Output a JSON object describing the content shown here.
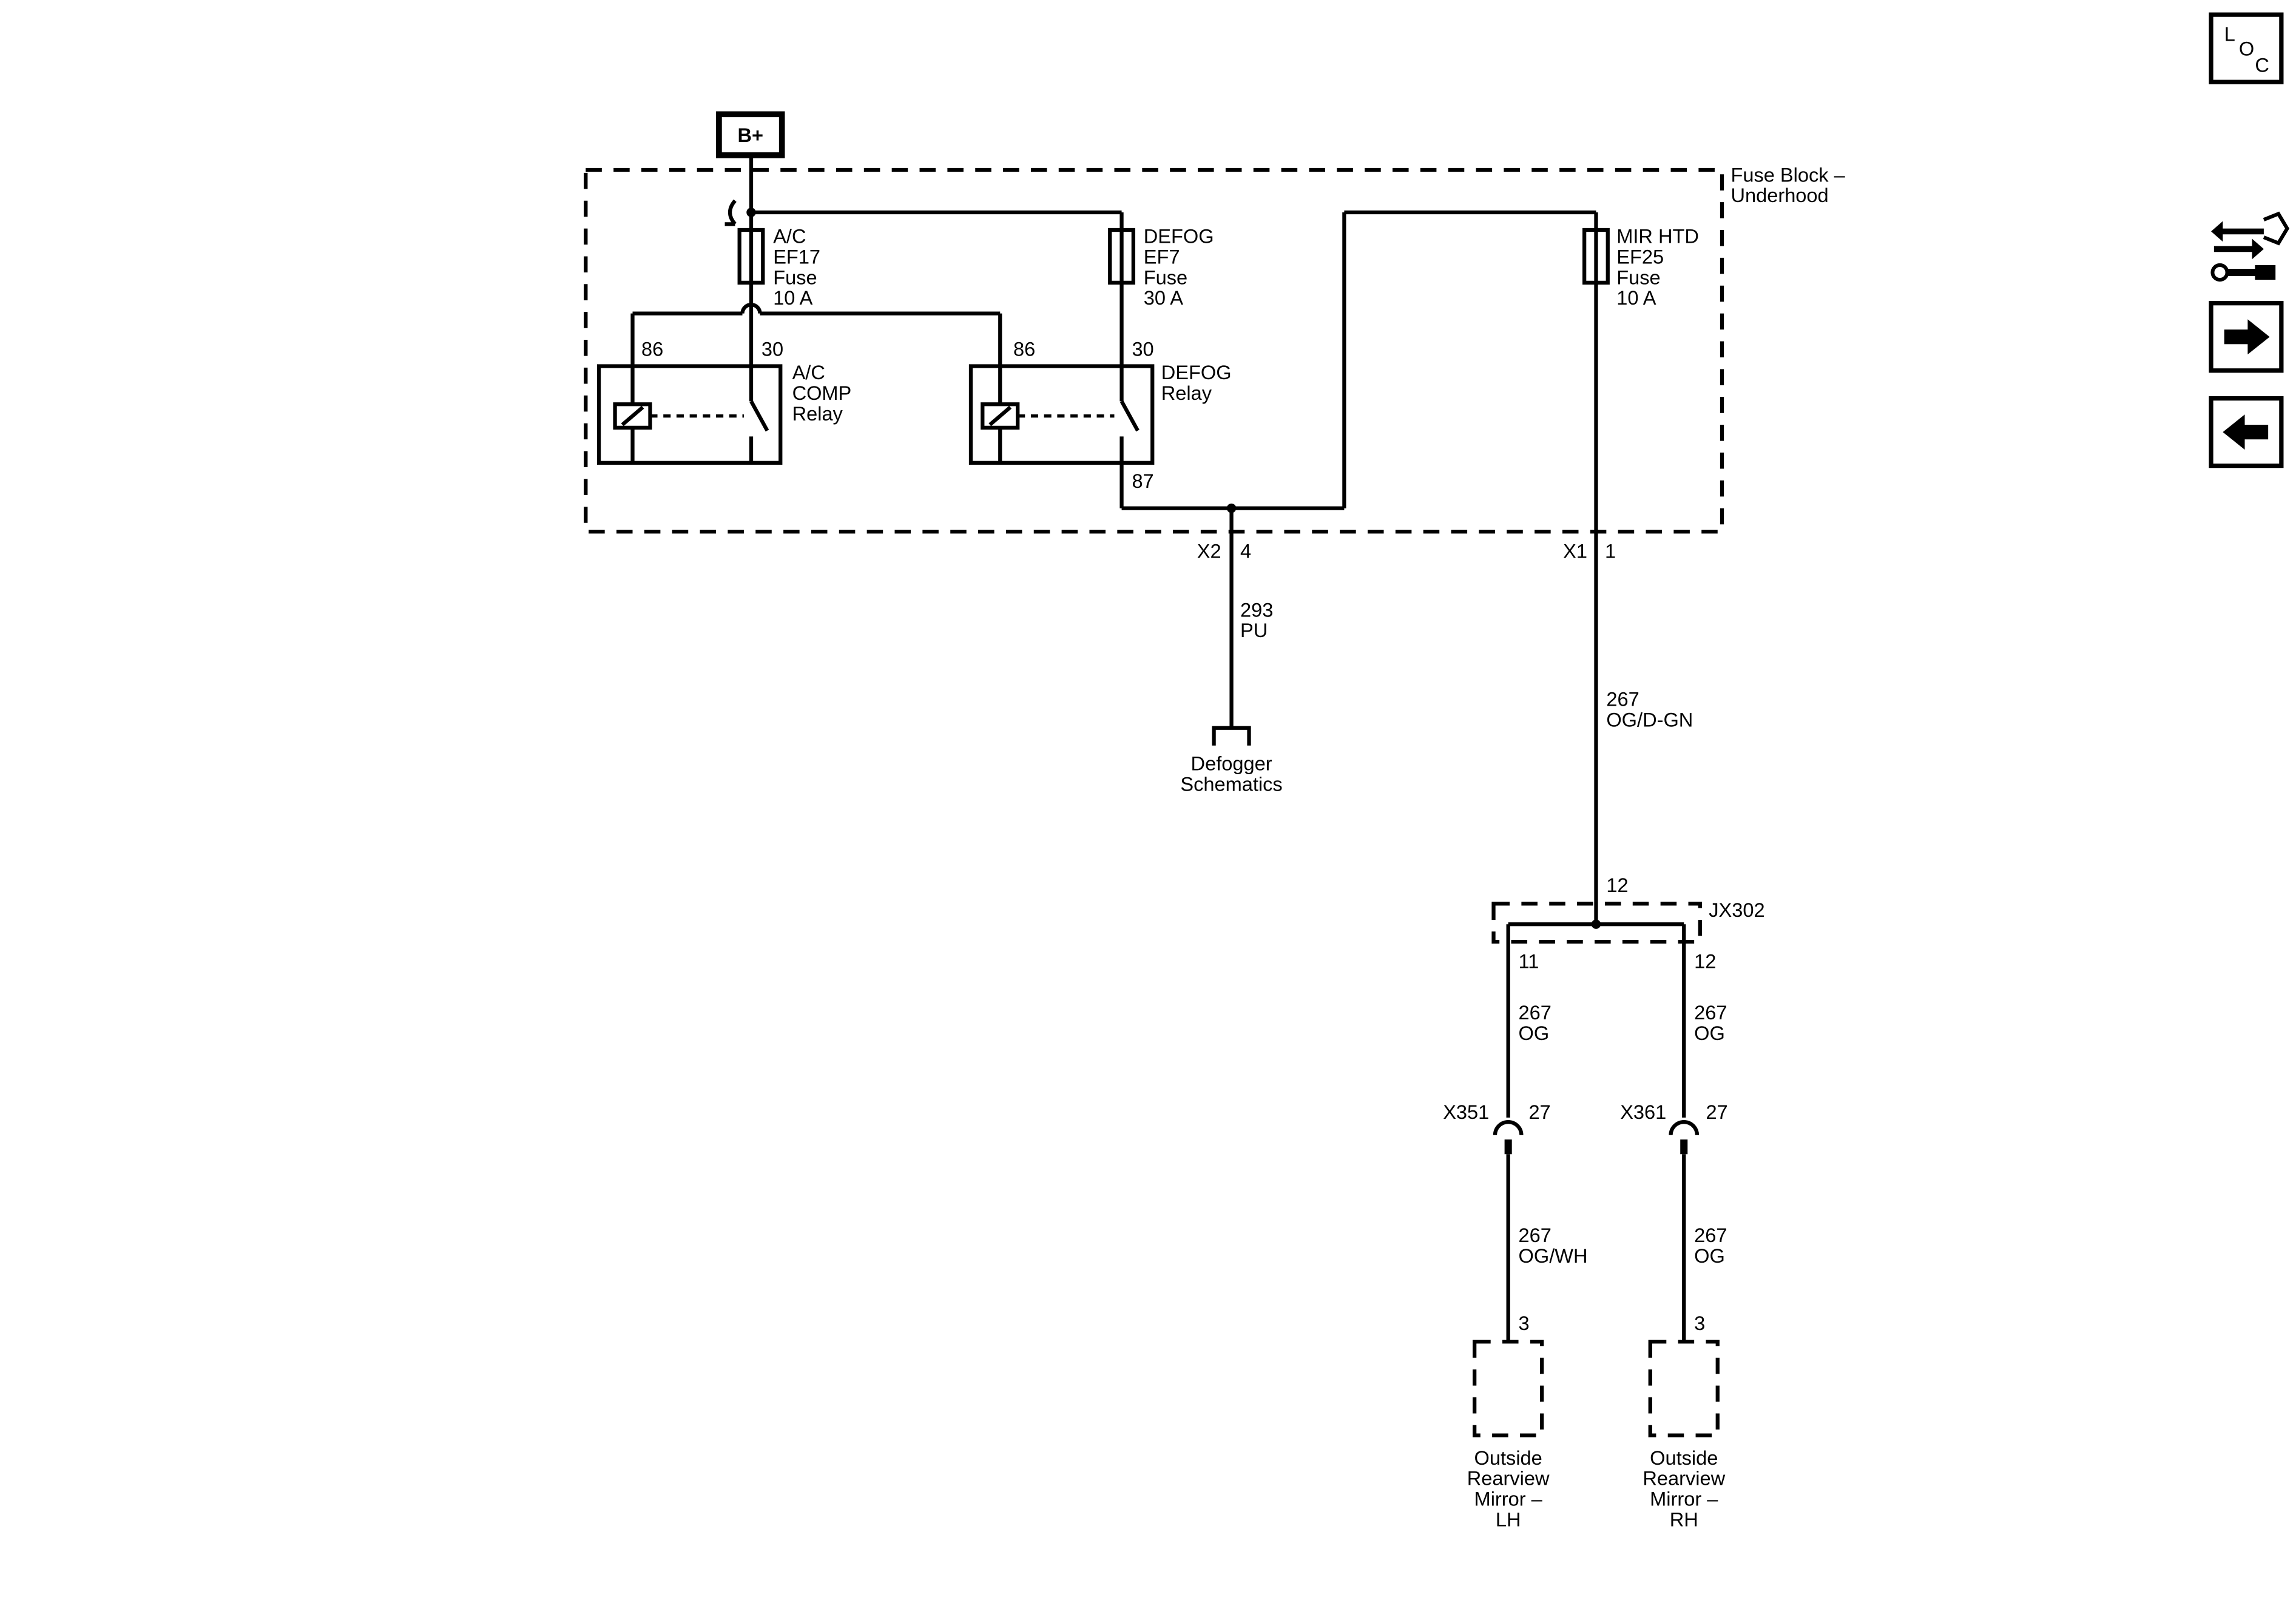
{
  "battery": {
    "label": "B+"
  },
  "fuse_block": {
    "line1": "Fuse Block –",
    "line2": "Underhood"
  },
  "fuses": [
    {
      "line1": "A/C",
      "line2": "EF17",
      "line3": "Fuse",
      "line4": "10 A"
    },
    {
      "line1": "DEFOG",
      "line2": "EF7",
      "line3": "Fuse",
      "line4": "30 A"
    },
    {
      "line1": "MIR HTD",
      "line2": "EF25",
      "line3": "Fuse",
      "line4": "10 A"
    }
  ],
  "relays": [
    {
      "pin_coil": "86",
      "pin_switch": "30",
      "line1": "A/C",
      "line2": "COMP",
      "line3": "Relay"
    },
    {
      "pin_coil": "86",
      "pin_switch": "30",
      "pin_out": "87",
      "line1": "DEFOG",
      "line2": "Relay"
    }
  ],
  "connectors": {
    "x2": {
      "name": "X2",
      "pin": "4"
    },
    "x1": {
      "name": "X1",
      "pin": "1"
    },
    "jx302": {
      "name": "JX302",
      "pin_in": "12",
      "pin_left": "11",
      "pin_right": "12"
    },
    "x351": {
      "name": "X351",
      "pin": "27"
    },
    "x361": {
      "name": "X361",
      "pin": "27"
    }
  },
  "wires": {
    "defog_out": {
      "circuit": "293",
      "color": "PU"
    },
    "mir_feed": {
      "circuit": "267",
      "color": "OG/D-GN"
    },
    "left_upper": {
      "circuit": "267",
      "color": "OG"
    },
    "right_upper": {
      "circuit": "267",
      "color": "OG"
    },
    "left_lower": {
      "circuit": "267",
      "color": "OG/WH"
    },
    "right_lower": {
      "circuit": "267",
      "color": "OG"
    }
  },
  "defogger_ref": {
    "line1": "Defogger",
    "line2": "Schematics"
  },
  "mirrors": [
    {
      "pin": "3",
      "line1": "Outside",
      "line2": "Rearview",
      "line3": "Mirror –",
      "line4": "LH"
    },
    {
      "pin": "3",
      "line1": "Outside",
      "line2": "Rearview",
      "line3": "Mirror –",
      "line4": "RH"
    }
  ],
  "nav": {
    "loc": {
      "l": "L",
      "o": "O",
      "c": "C"
    },
    "icons": [
      "connector-tool-icon",
      "arrow-right-icon",
      "arrow-left-icon"
    ]
  }
}
